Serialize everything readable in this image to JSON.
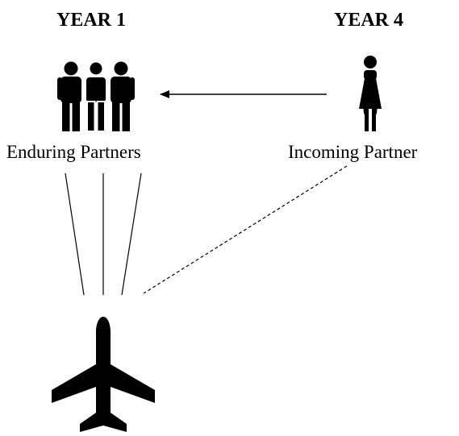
{
  "headings": {
    "left": "YEAR 1",
    "right": "YEAR 4"
  },
  "labels": {
    "left": "Enduring Partners",
    "right": "Incoming Partner"
  },
  "icons": {
    "left_group": "three-people-icon",
    "right_person": "woman-icon",
    "bottom": "airplane-icon"
  },
  "colors": {
    "ink": "#000000",
    "background": "#ffffff"
  }
}
